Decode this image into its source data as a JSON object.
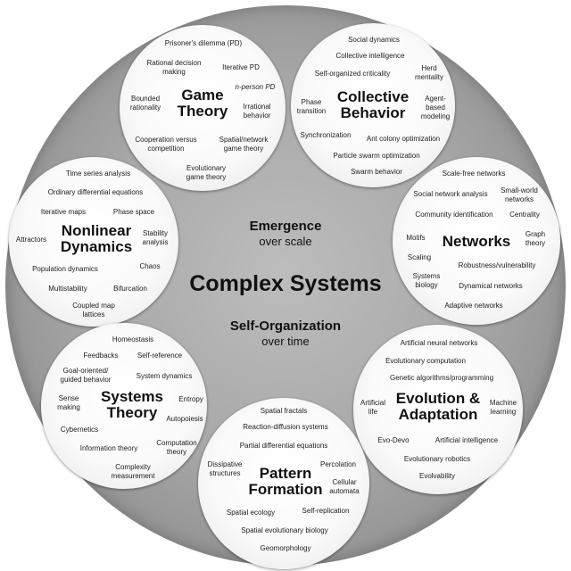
{
  "center": {
    "title": "Complex Systems",
    "emergence": "Emergence",
    "emergence_sub": "over scale",
    "selforg": "Self-Organization",
    "selforg_sub": "over time"
  },
  "game_theory": {
    "title_1": "Game",
    "title_2": "Theory",
    "topics": [
      "Prisoner's dilemma (PD)",
      "Rational decision",
      "making",
      "Iterative PD",
      "Bounded",
      "rationality",
      "n-person PD",
      "Irrational",
      "behavior",
      "Cooperation versus",
      "competition",
      "Spatial/network",
      "game theory",
      "Evolutionary",
      "game theory"
    ]
  },
  "collective_behavior": {
    "title_1": "Collective",
    "title_2": "Behavior",
    "topics": [
      "Social dynamics",
      "Collective intelligence",
      "Self-organized criticality",
      "Herd",
      "mentality",
      "Phase",
      "transition",
      "Agent-",
      "based",
      "modeling",
      "Synchronization",
      "Ant colony optimization",
      "Particle swarm optimization",
      "Swarm behavior"
    ]
  },
  "nonlinear_dynamics": {
    "title_1": "Nonlinear",
    "title_2": "Dynamics",
    "topics": [
      "Time series analysis",
      "Ordinary differential equations",
      "Iterative maps",
      "Phase space",
      "Attractors",
      "Stability",
      "analysis",
      "Population dynamics",
      "Chaos",
      "Multistability",
      "Bifurcation",
      "Coupled map",
      "lattices"
    ]
  },
  "networks": {
    "title": "Networks",
    "topics": [
      "Scale-free networks",
      "Social network analysis",
      "Small-world",
      "networks",
      "Community identification",
      "Centrality",
      "Motifs",
      "Graph",
      "theory",
      "Scaling",
      "Robustness/vulnerability",
      "Systems",
      "biology",
      "Dynamical networks",
      "Adaptive networks"
    ]
  },
  "systems_theory": {
    "title_1": "Systems",
    "title_2": "Theory",
    "topics": [
      "Homeostasis",
      "Feedbacks",
      "Self-reference",
      "Goal-oriented/",
      "guided behavior",
      "System dynamics",
      "Sense",
      "making",
      "Entropy",
      "Cybernetics",
      "Autopoiesis",
      "Information theory",
      "Computation",
      "theory",
      "Complexity",
      "measurement"
    ]
  },
  "evolution_adaptation": {
    "title_1": "Evolution &",
    "title_2": "Adaptation",
    "topics": [
      "Artificial neural networks",
      "Evolutionary computation",
      "Genetic algorithms/programming",
      "Artificial",
      "life",
      "Machine",
      "learning",
      "Evo-Devo",
      "Artificial intelligence",
      "Evolutionary robotics",
      "Evolvability"
    ]
  },
  "pattern_formation": {
    "title_1": "Pattern",
    "title_2": "Formation",
    "topics": [
      "Spatial fractals",
      "Reaction-diffusion systems",
      "Partial differential equations",
      "Dissipative",
      "structures",
      "Percolation",
      "Cellular",
      "automata",
      "Spatial ecology",
      "Self-replication",
      "Spatial evolutionary biology",
      "Geomorphology"
    ]
  }
}
